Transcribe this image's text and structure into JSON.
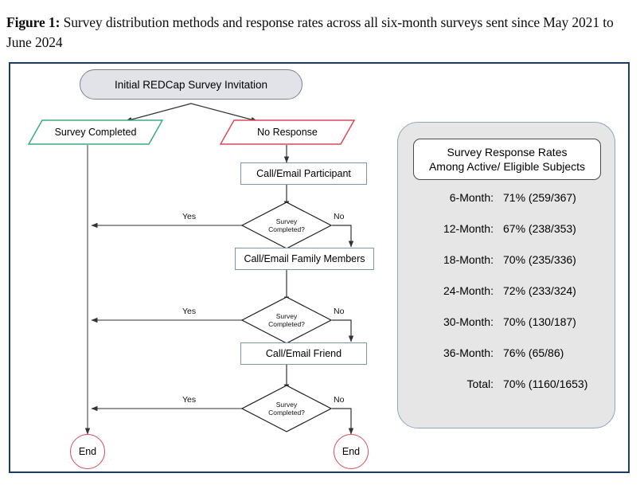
{
  "caption": {
    "label": "Figure 1:",
    "text": " Survey distribution methods and response rates across all six-month surveys sent since May 2021 to June 2024"
  },
  "colors": {
    "frame_border": "#1f3864",
    "oval_fill": "#e2e3e8",
    "oval_border": "#7f8190",
    "completed_green": "#3aab7d",
    "no_response_red": "#d94a5a",
    "box_border": "#7e96ab",
    "end_red": "#d94a5a",
    "panel_fill": "#e6e6e6",
    "panel_border": "#8fa6bd",
    "connector": "#595959"
  },
  "flowchart": {
    "start_node": "Initial REDCap Survey Invitation",
    "completed_node": "Survey Completed",
    "no_response_node": "No Response",
    "process_1": "Call/Email Participant",
    "process_2": "Call/Email Family Members",
    "process_3": "Call/Email Friend",
    "decision_line_1": "Survey",
    "decision_line_2": "Completed?",
    "label_yes": "Yes",
    "label_no": "No",
    "end_node": "End"
  },
  "stats_panel": {
    "title_line_1": "Survey Response Rates",
    "title_line_2": "Among Active/ Eligible Subjects",
    "rows": [
      {
        "label": "6-Month:",
        "value": "71% (259/367)"
      },
      {
        "label": "12-Month:",
        "value": "67% (238/353)"
      },
      {
        "label": "18-Month:",
        "value": "70% (235/336)"
      },
      {
        "label": "24-Month:",
        "value": "72% (233/324)"
      },
      {
        "label": "30-Month:",
        "value": "70% (130/187)"
      },
      {
        "label": "36-Month:",
        "value": "76% (65/86)"
      },
      {
        "label": "Total:",
        "value": "70% (1160/1653)"
      }
    ]
  }
}
